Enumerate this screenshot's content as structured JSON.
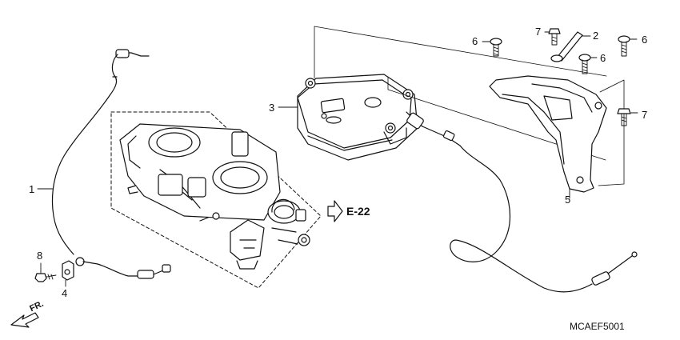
{
  "diagram": {
    "callouts": {
      "c1": "1",
      "c2": "2",
      "c3": "3",
      "c4": "4",
      "c5": "5",
      "c6a": "6",
      "c6b": "6",
      "c6c": "6",
      "c7a": "7",
      "c7b": "7",
      "c8": "8"
    },
    "section_reference": "E-22",
    "direction_marker": "FR.",
    "diagram_code": "MCAEF5001",
    "colors": {
      "line": "#111111",
      "fill": "#ffffff",
      "shade": "#cfcfcf"
    }
  }
}
